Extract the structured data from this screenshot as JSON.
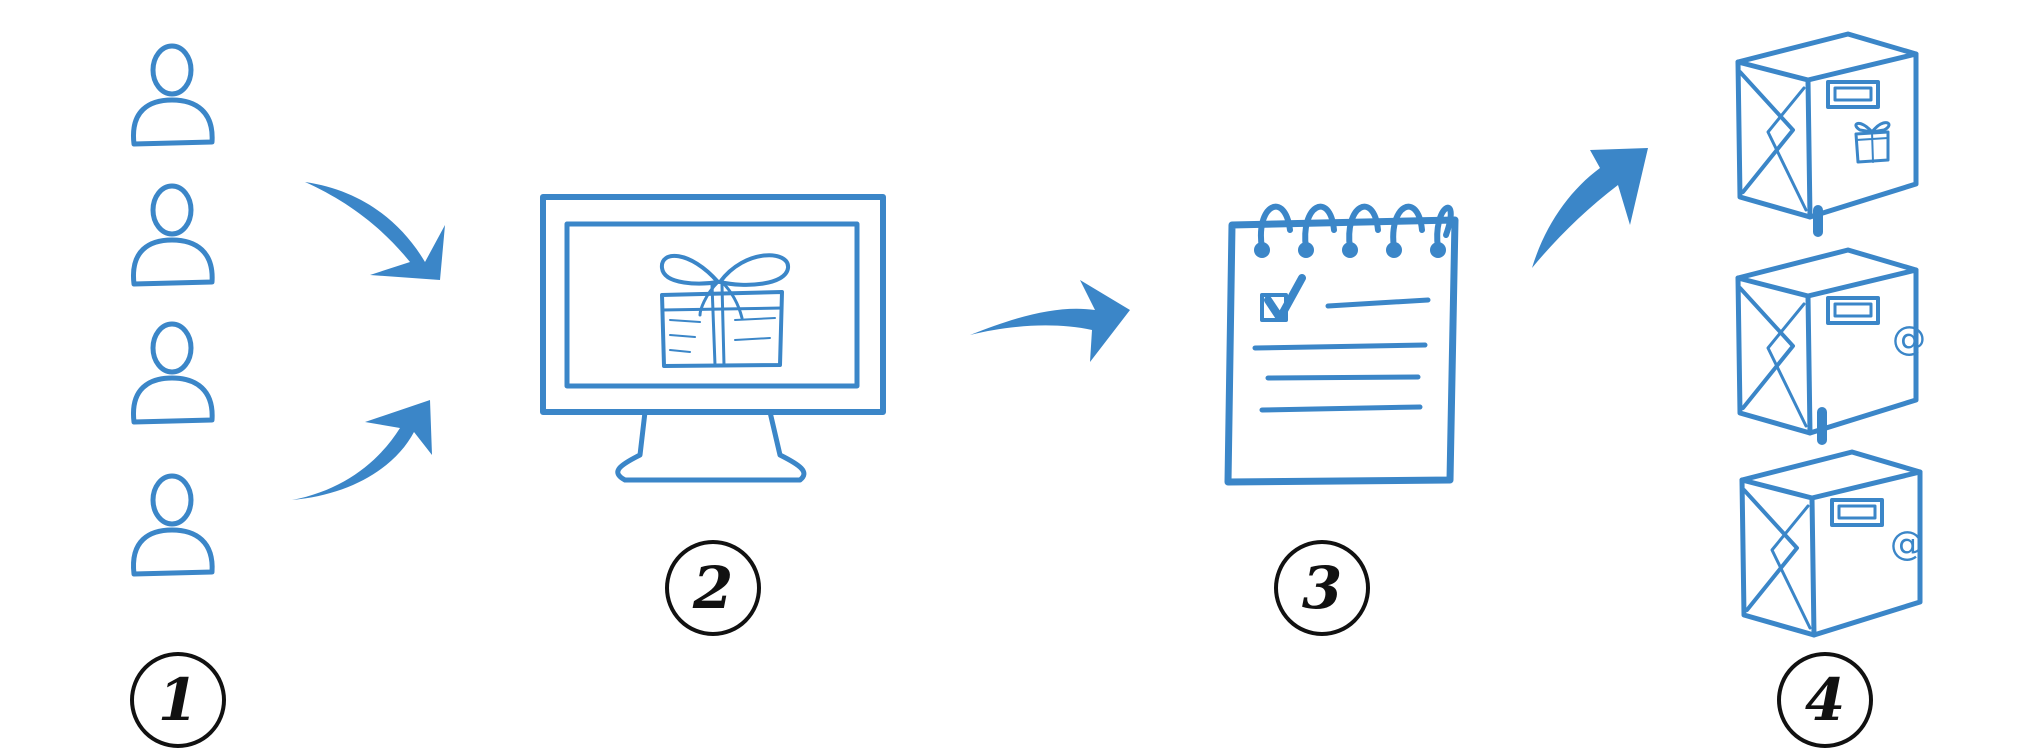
{
  "colors": {
    "ink_blue": "#3b86c8",
    "ink_black": "#111111",
    "background": "#ffffff"
  },
  "steps": [
    {
      "number": "1",
      "icon": "users-icon"
    },
    {
      "number": "2",
      "icon": "monitor-gift-icon"
    },
    {
      "number": "3",
      "icon": "notepad-checklist-icon"
    },
    {
      "number": "4",
      "icon": "parcel-boxes-icon"
    }
  ],
  "parcel_label_symbol": "@"
}
